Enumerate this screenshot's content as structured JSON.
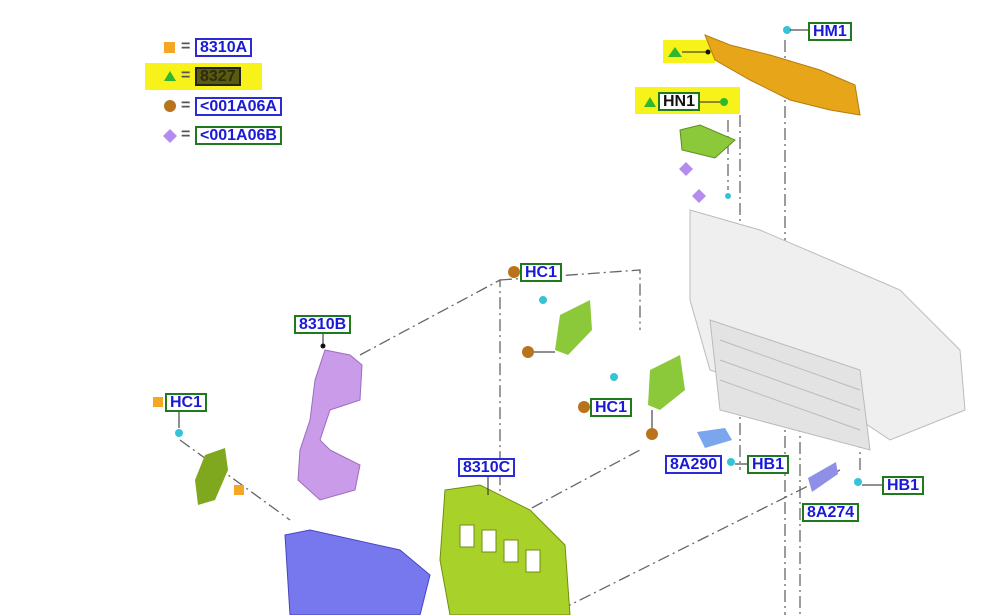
{
  "legend": [
    {
      "symbol": "square",
      "color": "#f5a623",
      "eq": "=",
      "label": "8310A"
    },
    {
      "symbol": "triangle",
      "color": "#2fb82f",
      "eq": "=",
      "label": "8327"
    },
    {
      "symbol": "circle",
      "color": "#b8731c",
      "eq": "=",
      "label": "<001A06A"
    },
    {
      "symbol": "diamond",
      "color": "#b48cf0",
      "eq": "=",
      "label": "<001A06B"
    }
  ],
  "callouts": {
    "hm1": "HM1",
    "hn1": "HN1",
    "hc1_top": "HC1",
    "hc1_mid": "HC1",
    "hc1_left": "HC1",
    "p8310b": "8310B",
    "p8310c": "8310C",
    "p8a290": "8A290",
    "hb1_a": "HB1",
    "hb1_b": "HB1",
    "p8a274": "8A274"
  },
  "colors": {
    "highlight": "#f6f21a",
    "border_green": "#1f7a1f",
    "border_blue": "#2a2ad6",
    "text_blue": "#1a1ad6"
  }
}
